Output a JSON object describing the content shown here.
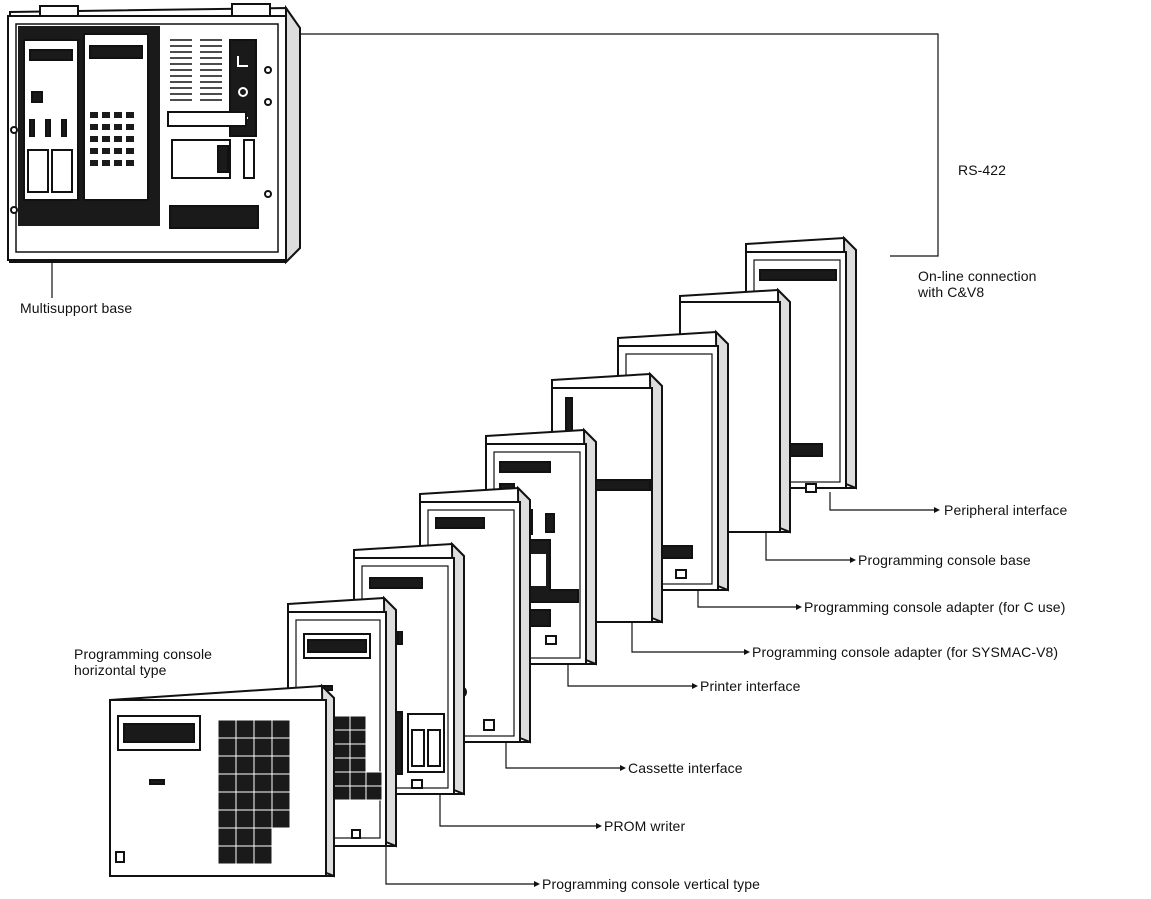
{
  "labels": {
    "rs422": "RS-422",
    "online_line1": "On-line connection",
    "online_line2": "with C&V8",
    "multisupport_base": "Multisupport base",
    "peripheral_interface": "Peripheral interface",
    "programming_console_base": "Programming console base",
    "adapter_c_use": "Programming console adapter (for C use)",
    "adapter_sysmac": "Programming console adapter (for SYSMAC-V8)",
    "printer_interface": "Printer interface",
    "cassette_interface": "Cassette interface",
    "prom_writer": "PROM writer",
    "console_vertical": "Programming console vertical type",
    "console_horizontal_line1": "Programming console",
    "console_horizontal_line2": "horizontal type"
  },
  "colors": {
    "ink": "#111111",
    "panel_fill": "#ffffff",
    "dark_fill": "#1a1a1a",
    "mid_gray": "#555555"
  }
}
